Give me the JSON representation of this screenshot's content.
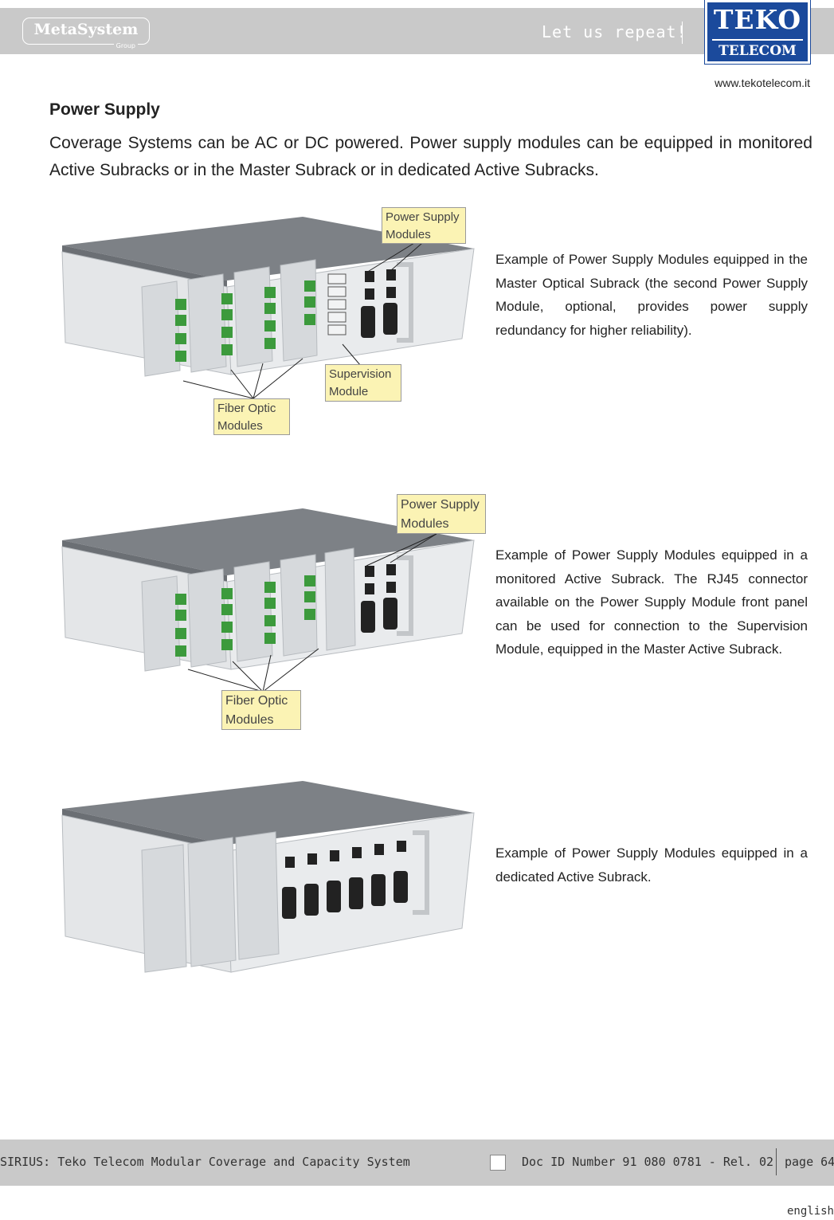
{
  "header": {
    "left_logo_name": "MetaSystem",
    "left_logo_sub": "Group",
    "tagline": "Let us repeat!",
    "brand_line1": "TEKO",
    "brand_line2": "TELECOM",
    "url": "www.tekotelecom.it",
    "colors": {
      "bar": "#c9c9c9",
      "brand": "#1b4a9c"
    }
  },
  "section": {
    "title": "Power Supply",
    "intro": "Coverage Systems can be AC or DC powered. Power supply modules can be equipped in monitored Active Subracks or in the Master Subrack or in dedicated Active Subracks."
  },
  "figures": [
    {
      "description": "Example of Power Supply Modules equipped in the Master Optical Subrack (the second Power Supply Module, optional, provides power supply redundancy for higher reliability).",
      "callouts": {
        "power_supply": "Power Supply Modules",
        "supervision": "Supervision Module",
        "fiber_optic": "Fiber Optic Modules"
      }
    },
    {
      "description": "Example of Power Supply Modules equipped in a monitored Active Subrack. The RJ45 connector available on the Power Supply Module front panel can be used for connection to the Supervision Module, equipped in the Master Active Subrack.",
      "callouts": {
        "power_supply": "Power Supply Modules",
        "fiber_optic": "Fiber Optic Modules"
      }
    },
    {
      "description": "Example of Power Supply Modules equipped in a dedicated Active Subrack."
    }
  ],
  "footer": {
    "doc_title": "SIRIUS: Teko Telecom Modular Coverage and Capacity System",
    "doc_id": "Doc ID Number 91 080 0781 - Rel. 02",
    "page": "page 64",
    "language": "english"
  },
  "colors": {
    "callout_fill": "#fbf3b4",
    "rack_body": "#e4e6e8",
    "rack_top": "#7d8186",
    "connector_green": "#3c9a3c"
  }
}
